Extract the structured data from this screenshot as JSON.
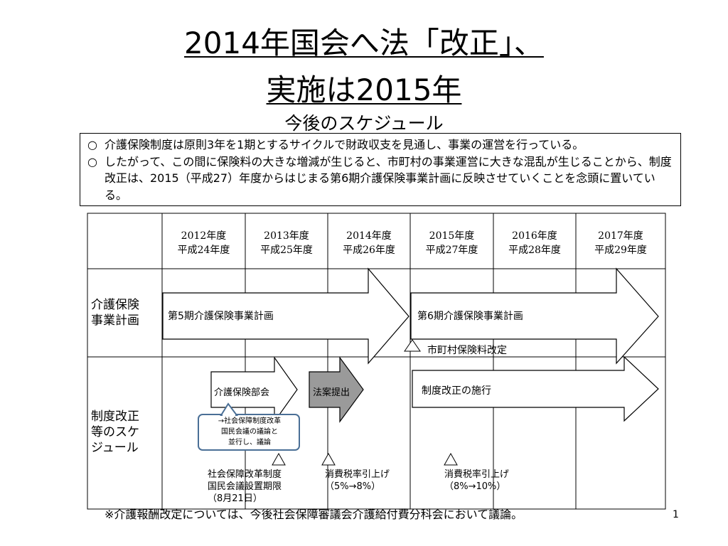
{
  "title": {
    "line1": "2014年国会へ法「改正」、",
    "line2": "実施は2015年"
  },
  "subtitle": "今後のスケジュール",
  "notes": [
    {
      "mark": "○",
      "text": "介護保険制度は原則3年を1期とするサイクルで財政収支を見通し、事業の運営を行っている。"
    },
    {
      "mark": "○",
      "text": "したがって、この間に保険料の大きな増減が生じると、市町村の事業運営に大きな混乱が生じることから、制度改正は、2015（平成27）年度からはじまる第6期介護保険事業計画に反映させていくことを念頭に置いている。"
    }
  ],
  "years": [
    {
      "year": "2012年度",
      "era": "平成24年度"
    },
    {
      "year": "2013年度",
      "era": "平成25年度"
    },
    {
      "year": "2014年度",
      "era": "平成26年度"
    },
    {
      "year": "2015年度",
      "era": "平成27年度"
    },
    {
      "year": "2016年度",
      "era": "平成28年度"
    },
    {
      "year": "2017年度",
      "era": "平成29年度"
    }
  ],
  "rows": {
    "plan_label": [
      "介護保険",
      "事業計画"
    ],
    "reform_label": [
      "制度改正",
      "等のスケ",
      "ジュール"
    ]
  },
  "arrows": {
    "plan5": "第5期介護保険事業計画",
    "plan6": "第6期介護保険事業計画",
    "bukai": "介護保険部会",
    "bill": "法案提出",
    "enforce": "制度改正の施行"
  },
  "marker_premium": "市町村保険料改定",
  "callout": [
    "→社会保障制度改革",
    "国民会議の議論と",
    "並行し、議論"
  ],
  "events": {
    "council": [
      "社会保障改革制度",
      "国民会議設置期限",
      "（8月21日）"
    ],
    "tax1": [
      "消費税率引上げ",
      "（5%→8%）"
    ],
    "tax2": [
      "消費税率引上げ",
      "（8%→10%）"
    ]
  },
  "colors": {
    "bill_arrow": "#9a9a9a",
    "callout_border": "#4a6f96"
  },
  "footer": "※介護報酬改定については、今後社会保障審議会介護給付費分科会において議論。",
  "page_number": "1"
}
